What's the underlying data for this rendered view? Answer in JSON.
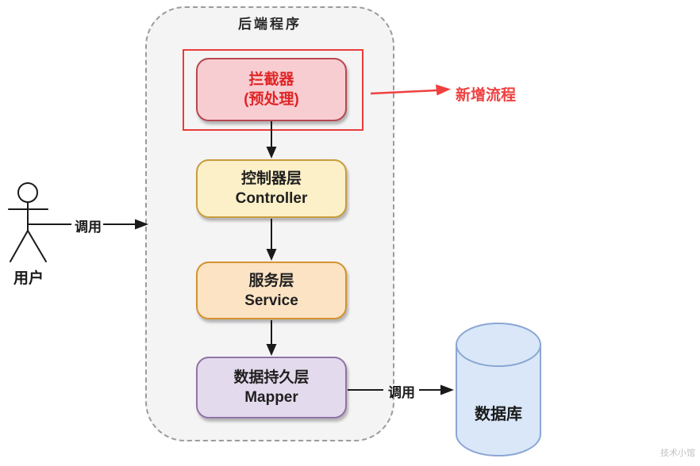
{
  "backend": {
    "title": "后端程序",
    "layers": [
      {
        "id": "interceptor",
        "line1": "拦截器",
        "line2": "(预处理)",
        "fill": "#F8CDD2",
        "border": "#B5494F",
        "text_color": "#E02525",
        "highlighted": true
      },
      {
        "id": "controller",
        "line1": "控制器层",
        "line2": "Controller",
        "fill": "#FCF0C8",
        "border": "#C99C3F",
        "text_color": "#1F1F1F",
        "highlighted": false
      },
      {
        "id": "service",
        "line1": "服务层",
        "line2": "Service",
        "fill": "#FBE3C4",
        "border": "#D3942F",
        "text_color": "#1F1F1F",
        "highlighted": false
      },
      {
        "id": "mapper",
        "line1": "数据持久层",
        "line2": "Mapper",
        "fill": "#E4DAED",
        "border": "#8F74A6",
        "text_color": "#1F1F1F",
        "highlighted": false
      }
    ]
  },
  "actor": {
    "label": "用户"
  },
  "arrows": {
    "user_call_label": "调用",
    "db_call_label": "调用",
    "new_flow_label": "新增流程",
    "new_flow_color": "#F04040",
    "highlight_color": "#EB3B3B"
  },
  "database": {
    "label": "数据库",
    "fill": "#D9E7F8",
    "border": "#8BA6D4"
  },
  "watermark": {
    "text": "技术小馆"
  }
}
